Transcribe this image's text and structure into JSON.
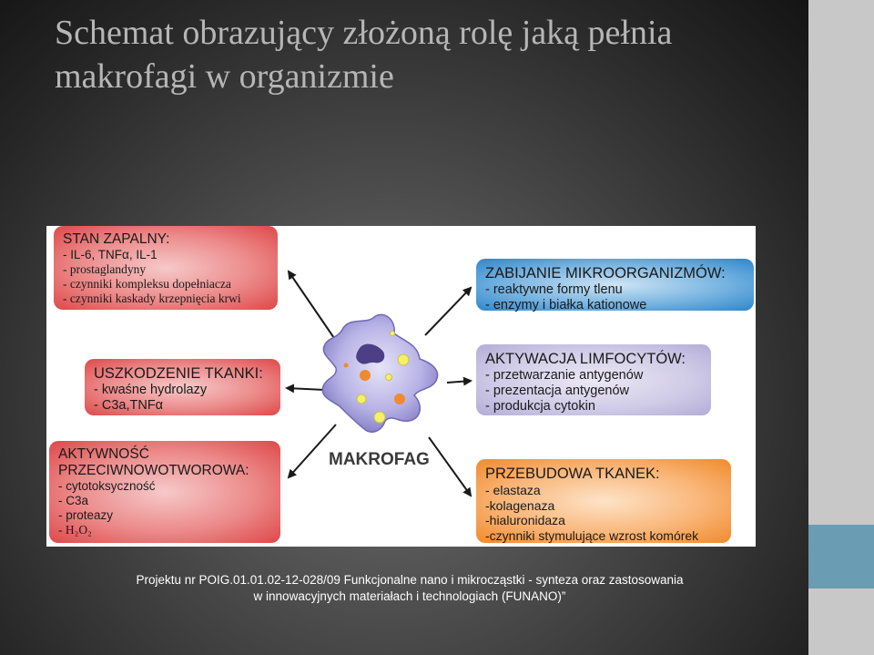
{
  "title": {
    "line1": "Schemat obrazujący złożoną rolę jaką pełnia",
    "line2": "makrofagi w organizmie"
  },
  "diagram": {
    "center_label": "MAKROFAG",
    "boxes": {
      "inflammation": {
        "heading": "STAN ZAPALNY:",
        "items": [
          "- IL-6, TNFα, IL-1",
          "- prostaglandyny",
          "- czynniki kompleksu dopełniacza",
          "- czynniki kaskady krzepnięcia krwi"
        ]
      },
      "microorganisms": {
        "heading": "ZABIJANIE MIKROORGANIZMÓW:",
        "items": [
          "- reaktywne formy tlenu",
          "- enzymy i białka kationowe"
        ]
      },
      "tissue_damage": {
        "heading": "USZKODZENIE TKANKI:",
        "items": [
          "- kwaśne hydrolazy",
          "- C3a,TNFα"
        ]
      },
      "lymphocytes": {
        "heading": "AKTYWACJA LIMFOCYTÓW:",
        "items": [
          "- przetwarzanie antygenów",
          "- prezentacja antygenów",
          "- produkcja cytokin"
        ]
      },
      "antitumor": {
        "heading1": "AKTYWNOŚĆ",
        "heading2": "PRZECIWNOWOTWOROWA:",
        "items": [
          "- cytotoksyczność",
          "- C3a",
          "- proteazy",
          "- H₂O₂"
        ]
      },
      "remodeling": {
        "heading": "PRZEBUDOWA TKANEK:",
        "items": [
          "- elastaza",
          "-kolagenaza",
          "-hialuronidaza",
          "-czynniki stymulujące wzrost komórek"
        ]
      }
    },
    "colors": {
      "inflammation": "#de4848",
      "microorganisms": "#2c86cc",
      "lymphocytes": "#b3acd6",
      "remodeling": "#f08a2c",
      "macrophage": "#b8b3e6"
    }
  },
  "footer": {
    "line1": "Projektu nr POIG.01.01.02-12-028/09   Funkcjonalne nano i mikrocząstki - synteza oraz zastosowania",
    "line2": "w innowacyjnych materiałach i technologiach (FUNANO)”"
  }
}
